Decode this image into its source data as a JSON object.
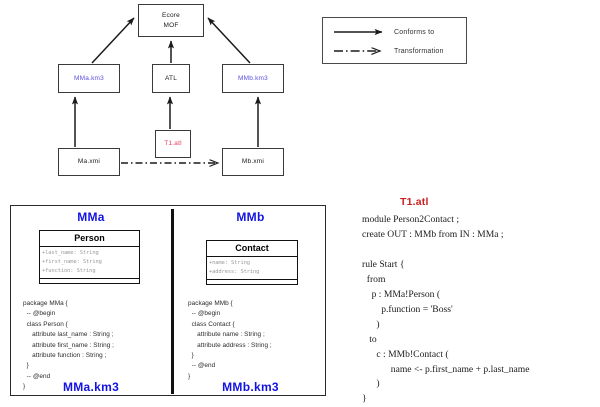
{
  "diagram": {
    "nodes": [
      {
        "id": "ecore",
        "name": "ecore-mof-box",
        "lines": [
          "Ecore",
          "MOF"
        ],
        "color": "black"
      },
      {
        "id": "mma_km3",
        "name": "mma-km3-box",
        "lines": [
          "MMa.km3"
        ],
        "color": "blue"
      },
      {
        "id": "atl",
        "name": "atl-box",
        "lines": [
          "ATL"
        ],
        "color": "black"
      },
      {
        "id": "mmb_km3",
        "name": "mmb-km3-box",
        "lines": [
          "MMb.km3"
        ],
        "color": "blue"
      },
      {
        "id": "t1_atl",
        "name": "t1-atl-box",
        "lines": [
          "T1.atl"
        ],
        "color": "red"
      },
      {
        "id": "ma_xmi",
        "name": "ma-xmi-box",
        "lines": [
          "Ma.xmi"
        ],
        "color": "black"
      },
      {
        "id": "mb_xmi",
        "name": "mb-xmi-box",
        "lines": [
          "Mb.xmi"
        ],
        "color": "black"
      }
    ]
  },
  "legend": {
    "rows": [
      {
        "label": "Conforms to",
        "style": "solid"
      },
      {
        "label": "Transformation",
        "style": "dash-dot"
      }
    ]
  },
  "metamodels": {
    "left": {
      "title": "MMa",
      "footer": "MMa.km3",
      "uml": {
        "class_name": "Person",
        "attributes": [
          "+last_name: String",
          "+first_name: String",
          "+function: String"
        ]
      },
      "code": "package MMa {\n  -- @begin\n  class Person {\n     attribute last_name : String ;\n     attribute first_name : String ;\n     attribute function : String ;\n  }\n  -- @end\n}"
    },
    "right": {
      "title": "MMb",
      "footer": "MMb.km3",
      "uml": {
        "class_name": "Contact",
        "attributes": [
          "+name: String",
          "+address: String"
        ]
      },
      "code": "package MMb {\n  -- @begin\n  class Contact {\n     attribute name : String ;\n     attribute address : String ;\n  }\n  -- @end\n}"
    }
  },
  "transformation": {
    "title": "T1.atl",
    "code": "module Person2Contact ;\ncreate OUT : MMb from IN : MMa ;\n\nrule Start {\n  from\n    p : MMa!Person (\n        p.function = 'Boss'\n      )\n   to\n      c : MMb!Contact (\n            name <- p.first_name + p.last_name\n      )\n}"
  },
  "colors": {
    "blue_node": "#5a4fe0",
    "blue_title": "#1313e0",
    "red_node": "#e8385a",
    "red_title": "#cc2020",
    "attr_gray": "#9a9a9a"
  }
}
